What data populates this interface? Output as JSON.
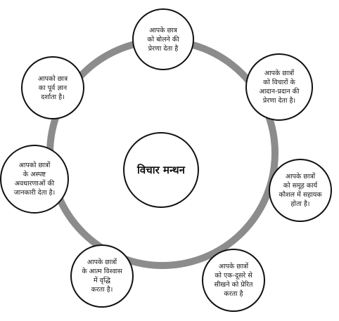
{
  "diagram": {
    "center_label": "विचार मन्थन",
    "nodes": [
      {
        "id": "top",
        "text": "आपके छात्र\nको बोलने की\nप्रेरणा देता है"
      },
      {
        "id": "top-right",
        "text": "आपके छात्रों\nको विचारों के\nआदान-प्रदान की\nप्रेरणा देता है।"
      },
      {
        "id": "right",
        "text": "आपके छात्रों\nको समूह कार्य\nकौशल में सहायक\nहोता है।"
      },
      {
        "id": "bottom-right",
        "text": "आपके छात्रों\nको एक-दूसरे से\nसीखने को प्रेरित\nकरता है"
      },
      {
        "id": "bottom-left",
        "text": "आपके छात्रों\nके आत्म विश्वास\nमें वृद्धि\nकरता है।"
      },
      {
        "id": "left",
        "text": "आपको छात्रों\nके अस्पष्ट\nअवधारणाओं की\nजानकारी देता है।"
      },
      {
        "id": "top-left",
        "text": "आपको छात्र\nका पूर्व ज्ञान\nदर्शाता है।"
      }
    ]
  }
}
